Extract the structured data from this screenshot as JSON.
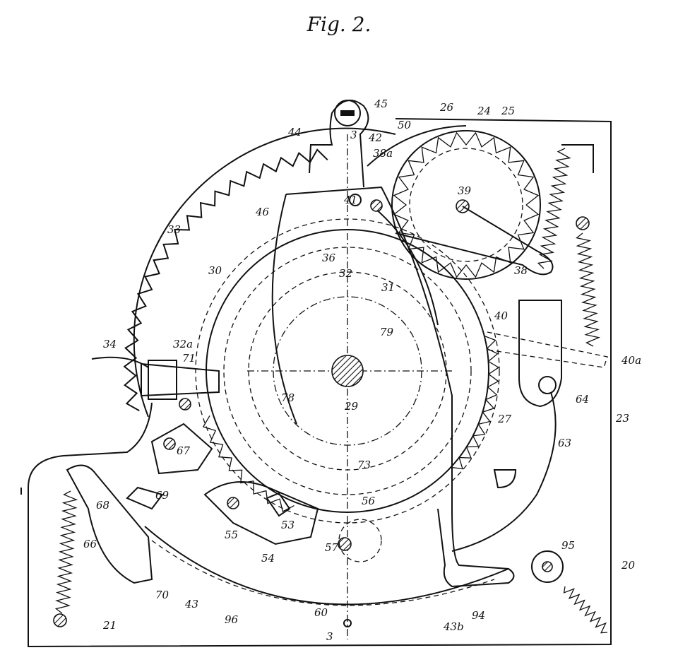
{
  "figure": {
    "title": "Fig. 2."
  },
  "labels": {
    "l20": "20",
    "l21": "21",
    "l23": "23",
    "l24": "24",
    "l25": "25",
    "l26": "26",
    "l27": "27",
    "l29": "29",
    "l30": "30",
    "l31": "31",
    "l32": "32",
    "l32a": "32a",
    "l33": "33",
    "l34": "34",
    "l36": "36",
    "l38": "38",
    "l38a": "38a",
    "l39": "39",
    "l40": "40",
    "l40a": "40a",
    "l41": "41",
    "l42": "42",
    "l43": "43",
    "l43b": "43b",
    "l44": "44",
    "l45": "45",
    "l46": "46",
    "l50": "50",
    "l53": "53",
    "l54": "54",
    "l55": "55",
    "l56": "56",
    "l57": "57",
    "l60": "60",
    "l63": "63",
    "l64": "64",
    "l66": "66",
    "l67": "67",
    "l68": "68",
    "l69": "69",
    "l70": "70",
    "l71": "71",
    "l73": "73",
    "l78": "78",
    "l79": "79",
    "l94": "94",
    "l95": "95",
    "l96": "96",
    "l3top": "3",
    "l3bot": "3"
  }
}
